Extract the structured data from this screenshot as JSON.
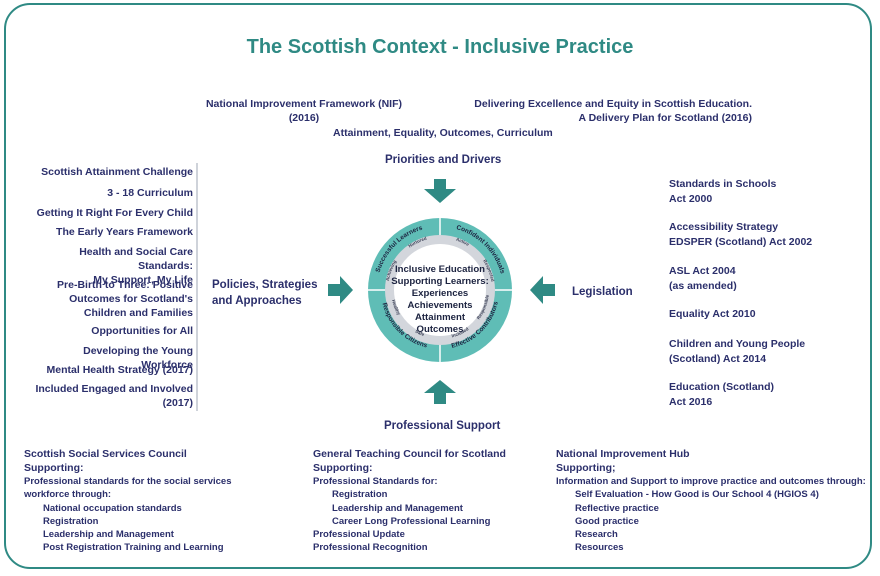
{
  "title": "The Scottish Context - Inclusive Practice",
  "top": {
    "nif_line1": "National Improvement Framework (NIF)",
    "nif_line2": "(2016)",
    "dee_line1": "Delivering Excellence and Equity in Scottish Education.",
    "dee_line2": "A Delivery Plan for Scotland (2016)",
    "aeoc": "Attainment, Equality, Outcomes, Curriculum"
  },
  "labels": {
    "priorities": "Priorities and Drivers",
    "policies_line1": "Policies, Strategies",
    "policies_line2": "and Approaches",
    "legislation": "Legislation",
    "professional_support": "Professional Support"
  },
  "center": {
    "lines": [
      "Inclusive Education",
      "Supporting Learners:",
      "Experiences",
      "Achievements",
      "Attainment",
      "Outcomes"
    ],
    "ring": {
      "successful_learners": "Successful Learners",
      "confident_individuals": "Confident Individuals",
      "effective_contributors": "Effective Contributors",
      "responsible_citizens": "Responsible Citizens",
      "achieving": "Achieving",
      "nurtured": "Nurtured",
      "active": "Active",
      "respected": "Respected",
      "responsible": "Responsible",
      "included": "Included",
      "safe": "Safe",
      "healthy": "Healthy"
    }
  },
  "left_list": [
    [
      "Scottish Attainment Challenge"
    ],
    [
      "3 - 18 Curriculum"
    ],
    [
      "Getting It Right For Every Child"
    ],
    [
      "The Early Years Framework"
    ],
    [
      "Health and Social Care Standards:",
      "My Support, My Life"
    ],
    [
      "Pre-Birth to Three: Positive",
      "Outcomes for Scotland's",
      "Children and Families"
    ],
    [
      "Opportunities for All"
    ],
    [
      "Developing the Young Workforce"
    ],
    [
      "Mental Health Strategy (2017)"
    ],
    [
      "Included Engaged and Involved",
      "(2017)"
    ]
  ],
  "right_list": [
    [
      "Standards in Schools",
      "Act 2000"
    ],
    [
      "Accessibility Strategy",
      "EDSPER (Scotland) Act 2002"
    ],
    [
      "ASL Act 2004",
      "(as amended)"
    ],
    [
      "Equality Act 2010"
    ],
    [
      "Children and Young People",
      "(Scotland) Act 2014"
    ],
    [
      "Education (Scotland)",
      "Act 2016"
    ]
  ],
  "bottom": {
    "sssc": {
      "heading1": "Scottish Social Services Council",
      "heading2": "Supporting:",
      "intro1": "Professional standards for the social services",
      "intro2": "workforce through:",
      "items": [
        "National occupation standards",
        "Registration",
        "Leadership and Management",
        "Post Registration Training and Learning"
      ]
    },
    "gtcs": {
      "heading1": "General Teaching Council for Scotland",
      "heading2": "Supporting:",
      "intro": "Professional Standards for:",
      "items": [
        "Registration",
        "Leadership and Management",
        "Career Long Professional Learning"
      ],
      "extra": [
        "Professional Update",
        "Professional Recognition"
      ]
    },
    "nih": {
      "heading1": "National Improvement Hub",
      "heading2": "Supporting;",
      "intro": "Information and Support to improve practice and outcomes through:",
      "items": [
        "Self Evaluation - How Good is Our School 4 (HGIOS 4)",
        "Reflective practice",
        "Good practice",
        "Research",
        "Resources"
      ]
    }
  },
  "colors": {
    "teal": "#2f8a84",
    "navy": "#2b2f6b",
    "grey": "#cfd3da"
  }
}
